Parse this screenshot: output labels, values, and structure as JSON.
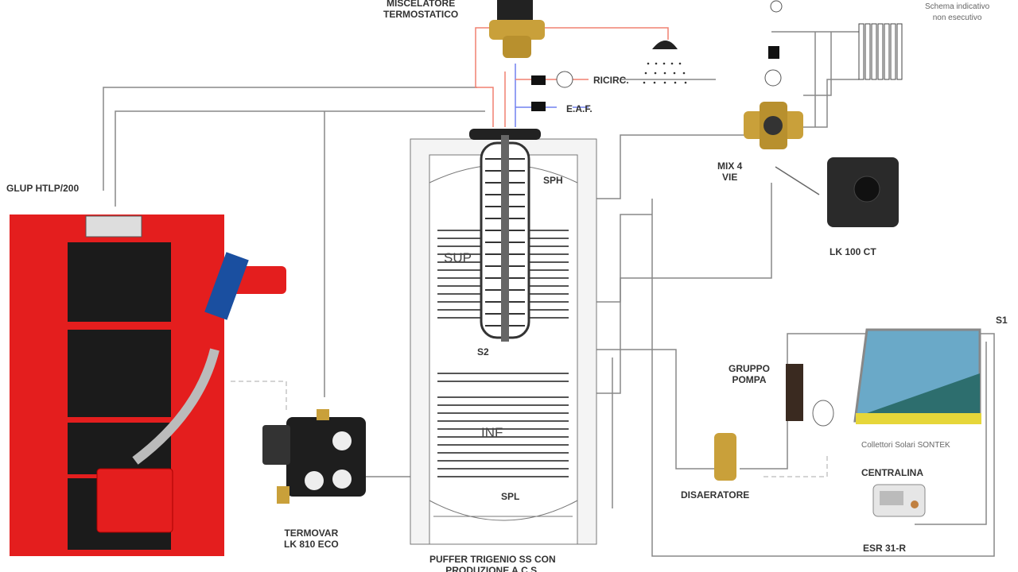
{
  "title_note": {
    "line1": "Schema indicativo",
    "line2": "non esecutivo"
  },
  "labels": {
    "mixer_line1": "MISCELATORE",
    "mixer_line2": "TERMOSTATICO",
    "recirc": "RICIRC.",
    "eaf": "E.A.F.",
    "boiler": "GLUP HTLP/200",
    "sph": "SPH",
    "sup": "SUP",
    "s2": "S2",
    "inf": "INF",
    "spl": "SPL",
    "mix_line1": "MIX 4",
    "mix_line2": "VIE",
    "actuator": "LK 100 CT",
    "s1": "S1",
    "pump_line1": "GRUPPO",
    "pump_line2": "POMPA",
    "collectors": "Collettori Solari SONTEK",
    "controller_title": "CENTRALINA",
    "controller_model": "ESR 31-R",
    "deaerator": "DISAERATORE",
    "termovar_line1": "TERMOVAR",
    "termovar_line2": "LK 810 ECO",
    "puffer_line1": "PUFFER TRIGENIO SS CON",
    "puffer_line2": "PRODUZIONE A.C.S."
  },
  "colors": {
    "hot": "#f08070",
    "cold": "#7080f0",
    "pipe": "#888888",
    "boiler": "#e41e1e",
    "brass": "#c9a03a"
  }
}
